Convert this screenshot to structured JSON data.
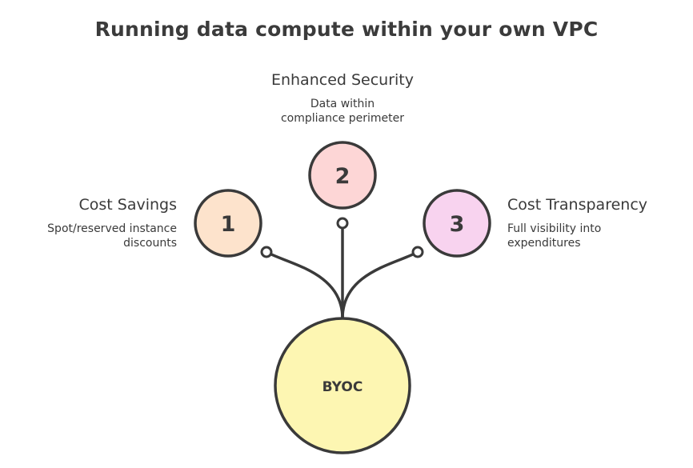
{
  "title": "Running data compute within your own VPC",
  "hub": {
    "label": "BYOC",
    "fill": "#fdf6b2"
  },
  "items": [
    {
      "number": "1",
      "heading": "Cost Savings",
      "description": "Spot/reserved instance discounts",
      "fill": "#fde3cc"
    },
    {
      "number": "2",
      "heading": "Enhanced Security",
      "description": "Data within compliance perimeter",
      "fill": "#fdd6d6"
    },
    {
      "number": "3",
      "heading": "Cost Transparency",
      "description": "Full visibility into expenditures",
      "fill": "#f8d3ef"
    }
  ]
}
